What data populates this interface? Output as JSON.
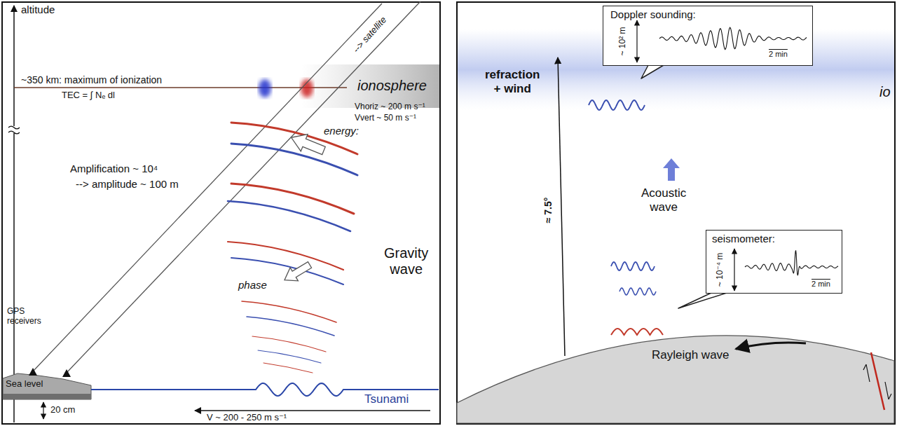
{
  "diagram": {
    "nodes": [
      {
        "text": [
          "Doppler sounding:",
          "~ 10² m",
          "2 min"
        ]
      },
      {
        "text": [
          "seismometer:",
          "~ 10⁻⁴ m",
          "2 min"
        ]
      }
    ],
    "labels": [
      "altitude",
      "~350 km: maximum of ionization",
      "TEC = ∫ Nₑ dl",
      "ionosphere",
      "--> satellite",
      "energy:",
      "Vhoriz ~ 200 m s⁻¹",
      "Vvert ~ 50 m s⁻¹",
      "Amplification ~ 10⁴",
      "--> amplitude ~ 100 m",
      "Gravity wave",
      "phase",
      "GPS receivers",
      "Sea level",
      "20 cm",
      "Tsunami",
      "V ~ 200 - 250 m s⁻¹",
      "io",
      "refraction + wind",
      "≈ 7.5°",
      "Acoustic wave",
      "Rayleigh wave"
    ]
  }
}
